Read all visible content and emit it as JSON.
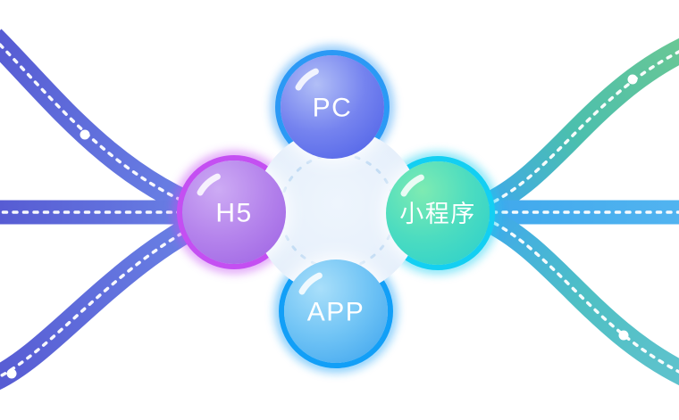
{
  "diagram": {
    "title": "multi-platform flow illustration",
    "nodes": [
      {
        "id": "pc",
        "label": "PC",
        "position": "top",
        "sphere_top": "#b2bff7",
        "sphere_bottom": "#5466e8",
        "ring": "#2b99f5"
      },
      {
        "id": "h5",
        "label": "H5",
        "position": "left",
        "sphere_top": "#cdabf4",
        "sphere_bottom": "#a269e5",
        "ring": "#c44ff2"
      },
      {
        "id": "mini",
        "label": "小程序",
        "position": "right",
        "sphere_top": "#7eebb2",
        "sphere_bottom": "#31d2ca",
        "ring": "#13cff2"
      },
      {
        "id": "app",
        "label": "APP",
        "position": "bottom",
        "sphere_top": "#a9dffa",
        "sphere_bottom": "#47aaef",
        "ring": "#129ff7"
      }
    ],
    "hub": {
      "fill_center": "#eef5fd",
      "fill_edge": "#e2edfa",
      "dashed_ring_color": "#bfd9f3"
    },
    "flows": {
      "left_lines": 3,
      "right_lines": 3,
      "dash_color": "#ffffff",
      "dot_color": "#ffffff",
      "dot_count": 4
    }
  },
  "palette": {
    "pc-top": "#b2bff7",
    "pc-mid": "#7583ef",
    "pc-bot": "#5466e8",
    "pc-ring": "#2b99f5",
    "h5-top": "#cdabf4",
    "h5-mid": "#b584ec",
    "h5-bot": "#a269e5",
    "h5-ring": "#c44ff2",
    "mini-top": "#7eebb2",
    "mini-mid": "#4cdcc0",
    "mini-bot": "#31d2ca",
    "mini-ring": "#13cff2",
    "app-top": "#a9dffa",
    "app-mid": "#71c4f5",
    "app-bot": "#47aaef",
    "app-ring": "#129ff7",
    "hub-center": "#eef5fd",
    "hub-edge": "#e2edfa",
    "hub-dash": "#bfd9f3",
    "left-outer": "#575cd3",
    "left-inner": "#6b84e6",
    "right-blue": "#3fa8ec",
    "right-topmid": "#4bbfae",
    "right-green": "#69c795",
    "right-hblue": "#52b4f0",
    "right-botmid": "#4fc0c4",
    "right-teal": "#5fc2cd",
    "flow-dash": "#ffffff"
  }
}
